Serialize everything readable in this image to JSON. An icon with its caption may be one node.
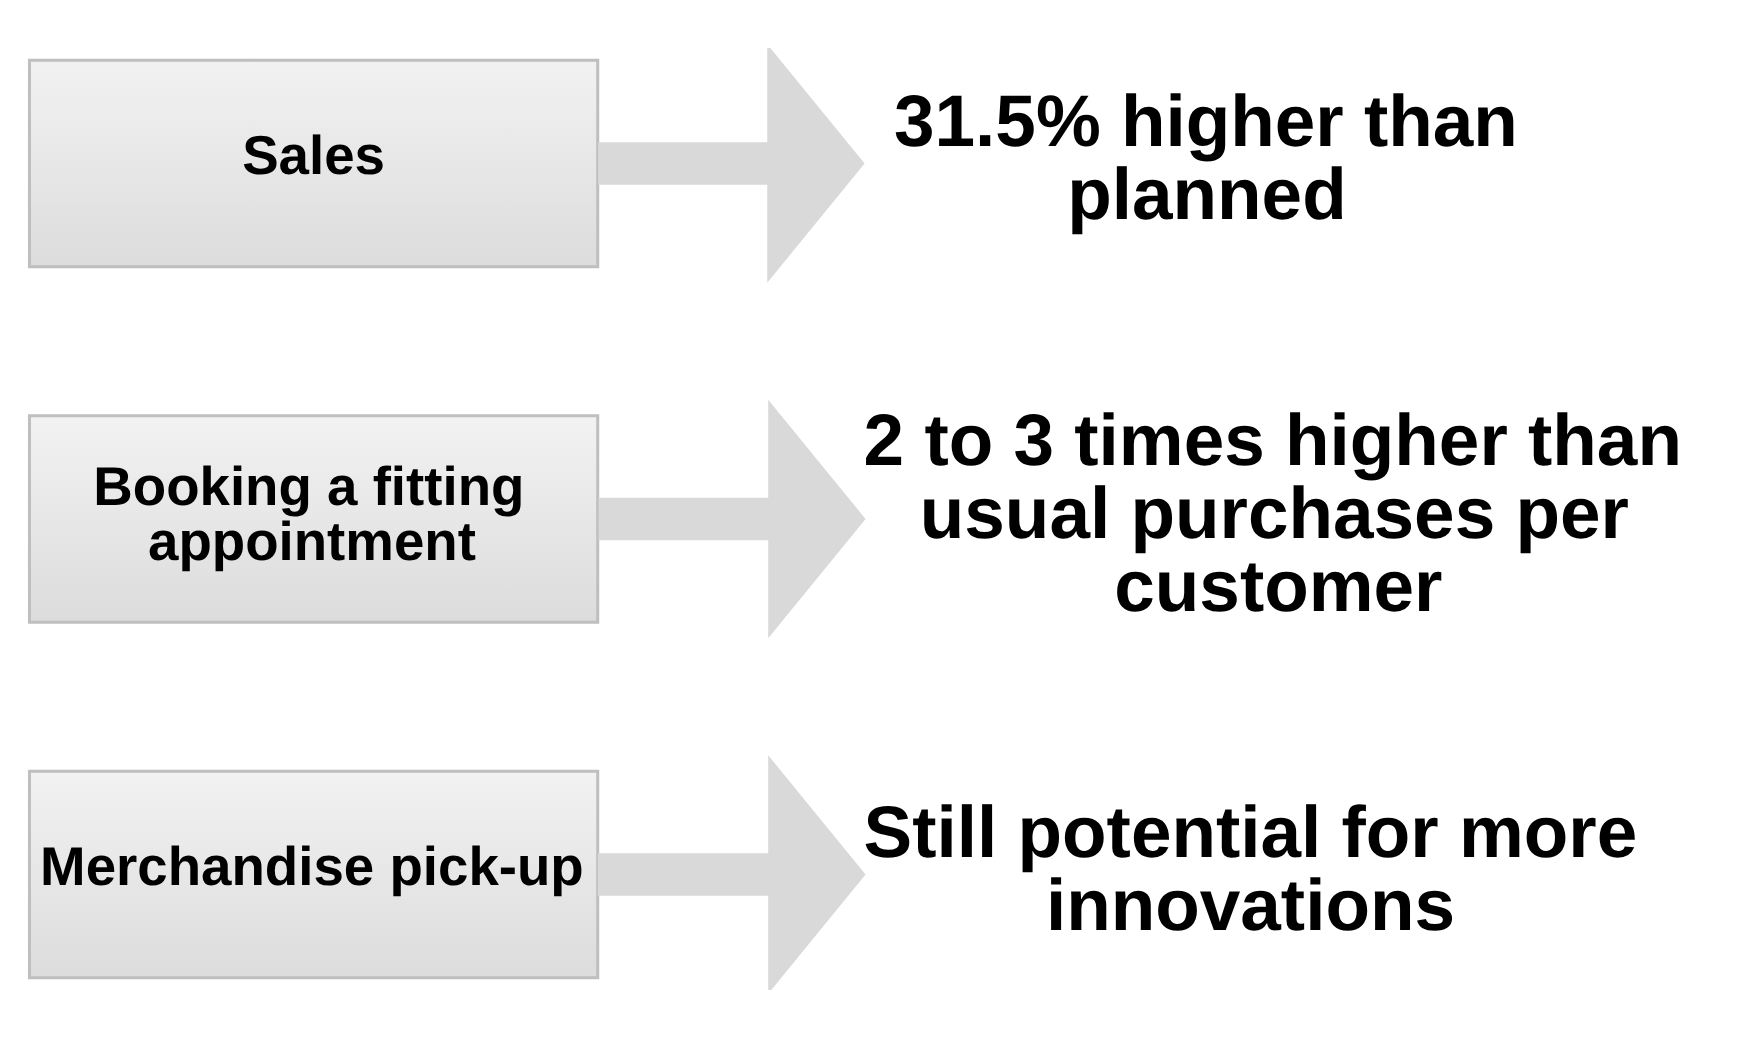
{
  "diagram": {
    "nodes": [
      {
        "text": [
          "Sales"
        ]
      },
      {
        "text": [
          "31.5% higher than planned"
        ]
      },
      {
        "text": [
          "Booking a fitting appointment"
        ]
      },
      {
        "text": [
          "2 to 3 times higher than usual purchases per customer"
        ]
      },
      {
        "text": [
          "Merchandise pick-up"
        ]
      },
      {
        "text": [
          "Still potential for more innovations"
        ]
      }
    ],
    "edges": [
      {
        "from": 0,
        "to": 1,
        "arrow": "to"
      },
      {
        "from": 2,
        "to": 3,
        "arrow": "to"
      },
      {
        "from": 4,
        "to": 5,
        "arrow": "to"
      }
    ]
  }
}
